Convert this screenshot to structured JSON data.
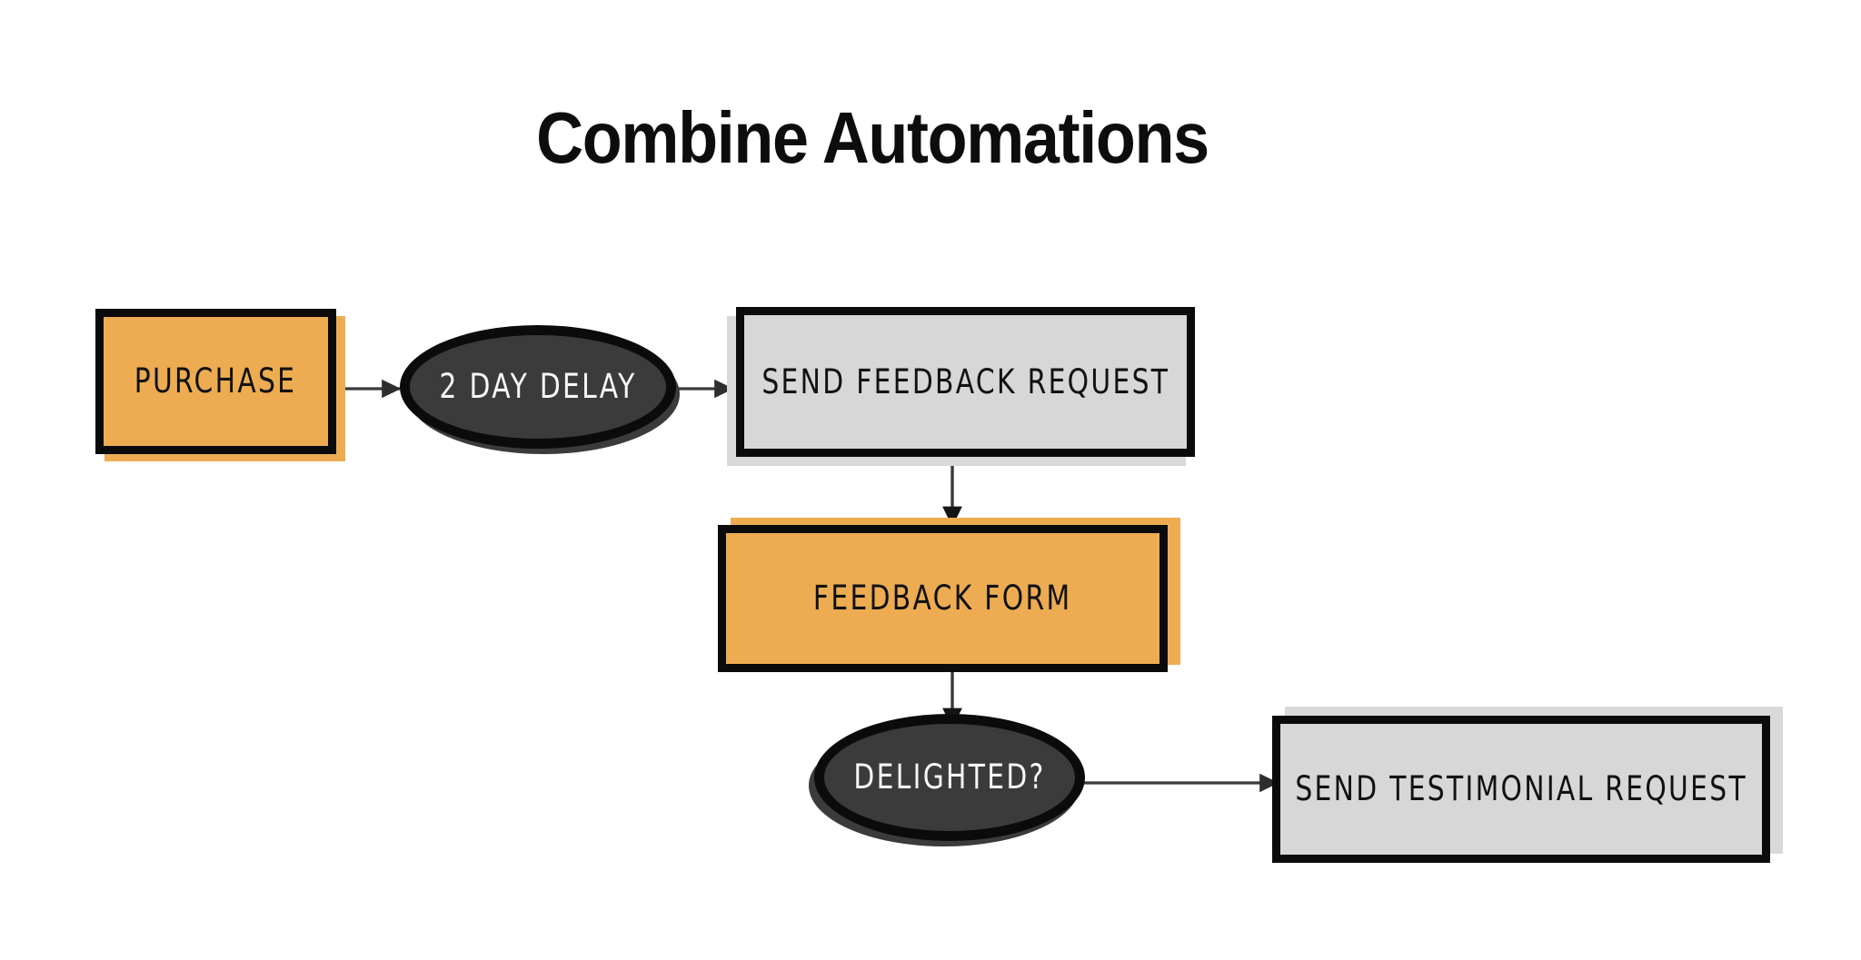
{
  "page": {
    "title": "Combine Automations",
    "background_color": "#ffffff"
  },
  "theme": {
    "orange": "#edac52",
    "gray": "#d7d7d7",
    "dark": "#3b3b3b",
    "outline": "#0b0b0b",
    "connector": "#3a3a3a",
    "label_dark": "#111111",
    "label_light": "#f7f7f7"
  },
  "diagram": {
    "type": "flowchart",
    "nodes": [
      {
        "id": "purchase",
        "label": "PURCHASE",
        "shape": "rectangle",
        "fill": "#edac52",
        "text_color": "#111111"
      },
      {
        "id": "two-day-delay",
        "label": "2 DAY DELAY",
        "shape": "ellipse",
        "fill": "#3b3b3b",
        "text_color": "#f7f7f7"
      },
      {
        "id": "send-feedback-request",
        "label": "SEND FEEDBACK REQUEST",
        "shape": "rectangle",
        "fill": "#d7d7d7",
        "text_color": "#111111"
      },
      {
        "id": "feedback-form",
        "label": "FEEDBACK FORM",
        "shape": "rectangle",
        "fill": "#edac52",
        "text_color": "#111111"
      },
      {
        "id": "delighted",
        "label": "DELIGHTED?",
        "shape": "ellipse",
        "fill": "#3b3b3b",
        "text_color": "#f7f7f7"
      },
      {
        "id": "send-testimonial-request",
        "label": "SEND TESTIMONIAL REQUEST",
        "shape": "rectangle",
        "fill": "#d7d7d7",
        "text_color": "#111111"
      }
    ],
    "edges": [
      {
        "from": "purchase",
        "to": "two-day-delay",
        "label": "",
        "direction": "right"
      },
      {
        "from": "two-day-delay",
        "to": "send-feedback-request",
        "label": "",
        "direction": "right"
      },
      {
        "from": "send-feedback-request",
        "to": "feedback-form",
        "label": "",
        "direction": "down"
      },
      {
        "from": "feedback-form",
        "to": "delighted",
        "label": "",
        "direction": "down"
      },
      {
        "from": "delighted",
        "to": "send-testimonial-request",
        "label": "",
        "direction": "right"
      }
    ]
  }
}
